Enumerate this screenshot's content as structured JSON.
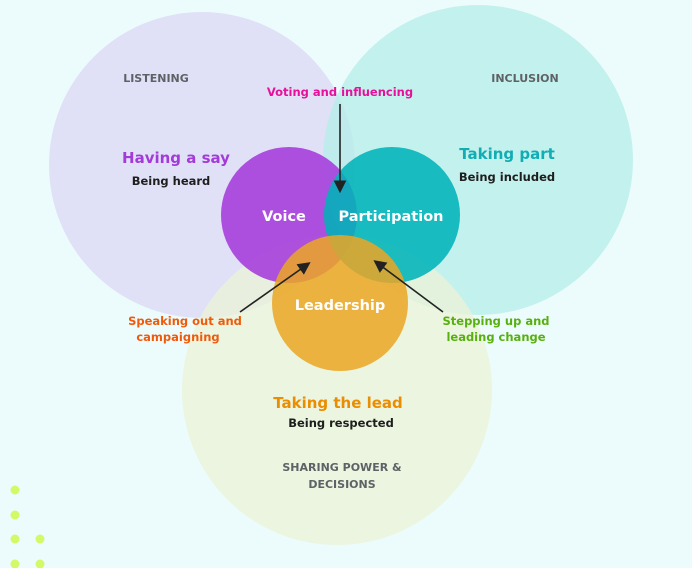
{
  "areas": {
    "listening": {
      "caption": "LISTENING",
      "heading": "Having a say",
      "subheading": "Being heard",
      "color": "#a23bd8"
    },
    "inclusion": {
      "caption": "INCLUSION",
      "heading": "Taking part",
      "subheading": "Being included",
      "color": "#11adb4"
    },
    "sharing": {
      "caption_line1": "SHARING POWER &",
      "caption_line2": "DECISIONS",
      "heading": "Taking the lead",
      "subheading": "Being respected",
      "color": "#ea8d00"
    }
  },
  "inner_circles": {
    "voice": "Voice",
    "participation": "Participation",
    "leadership": "Leadership"
  },
  "annotations": {
    "voting": {
      "text": "Voting and influencing",
      "color": "#e8109a"
    },
    "speaking": {
      "line1": "Speaking out and",
      "line2": "campaigning",
      "color": "#f05a0a"
    },
    "stepping": {
      "line1": "Stepping up and",
      "line2": "leading change",
      "color": "#58b00f"
    }
  }
}
